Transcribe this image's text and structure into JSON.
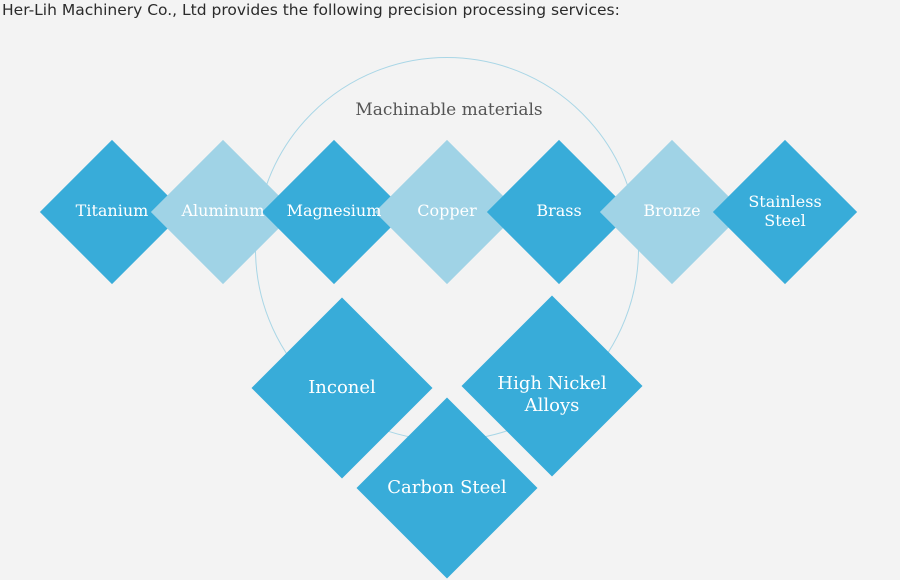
{
  "intro": "Her-Lih Machinery Co., Ltd provides the following precision processing services:",
  "diagram": {
    "title": "Machinable materials",
    "colors": {
      "dark": "#38acd9",
      "light": "#a0d3e6",
      "circle": "#a9d6e6"
    },
    "top_row": [
      {
        "label": "Titanium",
        "tone": "dark"
      },
      {
        "label": "Aluminum",
        "tone": "light"
      },
      {
        "label": "Magnesium",
        "tone": "dark"
      },
      {
        "label": "Copper",
        "tone": "light"
      },
      {
        "label": "Brass",
        "tone": "dark"
      },
      {
        "label": "Bronze",
        "tone": "light"
      },
      {
        "label": "Stainless Steel",
        "tone": "dark"
      }
    ],
    "bottom": [
      {
        "label": "Inconel",
        "tone": "dark"
      },
      {
        "label": "High Nickel Alloys",
        "tone": "dark"
      },
      {
        "label": "Carbon Steel",
        "tone": "dark"
      }
    ]
  }
}
